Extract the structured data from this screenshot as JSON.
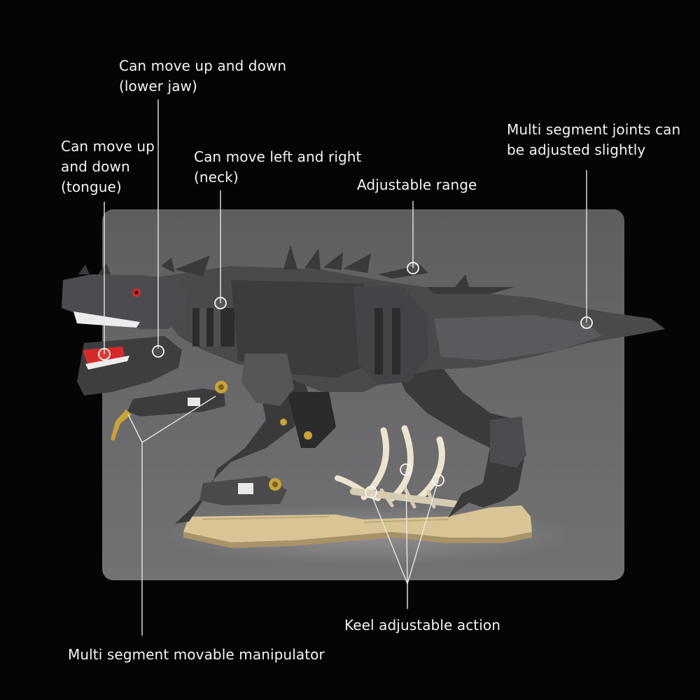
{
  "callouts": {
    "lower_jaw": {
      "lines": [
        "Can move up and down",
        "(lower jaw)"
      ]
    },
    "tongue": {
      "lines": [
        "Can move up",
        "and down",
        "(tongue)"
      ]
    },
    "neck": {
      "lines": [
        "Can move left and right",
        "(neck)"
      ]
    },
    "range": {
      "lines": [
        "Adjustable range"
      ]
    },
    "joints": {
      "lines": [
        "Multi segment joints can",
        "be adjusted slightly"
      ]
    },
    "keel": {
      "lines": [
        "Keel adjustable action"
      ]
    },
    "manipulator": {
      "lines": [
        "Multi segment movable manipulator"
      ]
    }
  },
  "colors": {
    "background": "#050505",
    "panel": "#666668",
    "brick_dark": "#2e2e30",
    "brick_mid": "#4a4a4d",
    "brick_light": "#5c5c60",
    "base_tan": "#d9c495",
    "bone": "#ece4cf",
    "eye_red": "#d52a2a",
    "gold": "#c9a23a",
    "leader_line": "#e6e6e6"
  },
  "icons": {
    "marker": "joint-marker-circle",
    "model": "brick-dinosaur-model"
  }
}
